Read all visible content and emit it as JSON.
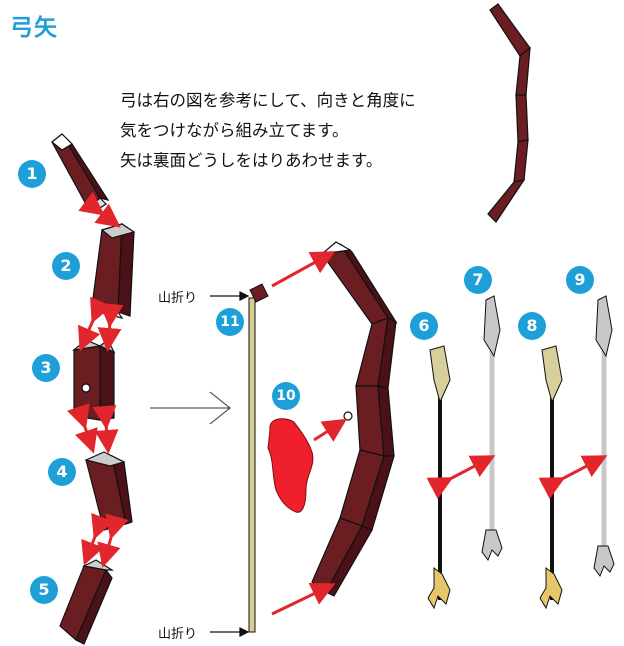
{
  "title": "弓矢",
  "instructions": [
    "弓は右の図を参考にして、向きと角度に",
    "気をつけながら組み立てます。",
    "矢は裏面どうしをはりあわせます。"
  ],
  "steps": [
    "1",
    "2",
    "3",
    "4",
    "5",
    "6",
    "7",
    "8",
    "9",
    "10",
    "11"
  ],
  "fold_label": "山折り",
  "colors": {
    "accent": "#1e9fd8",
    "bow": "#6b1e22",
    "arrow_red": "#e2262d",
    "grip": "#ef1f2b",
    "fletching": "#d9cf9a",
    "grey_arrow": "#c8c8c8",
    "string": "#d8cd93"
  }
}
